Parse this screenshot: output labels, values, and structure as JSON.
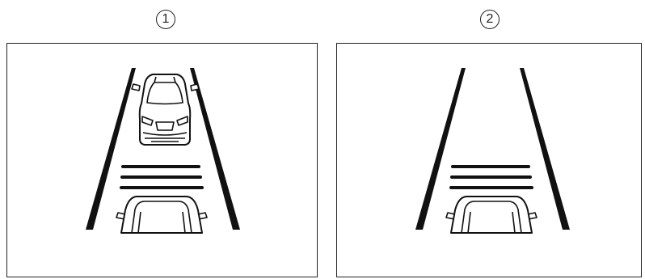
{
  "panels": [
    {
      "label": "1",
      "scene": "vehicle-ahead-detected"
    },
    {
      "label": "2",
      "scene": "no-vehicle-ahead"
    }
  ]
}
